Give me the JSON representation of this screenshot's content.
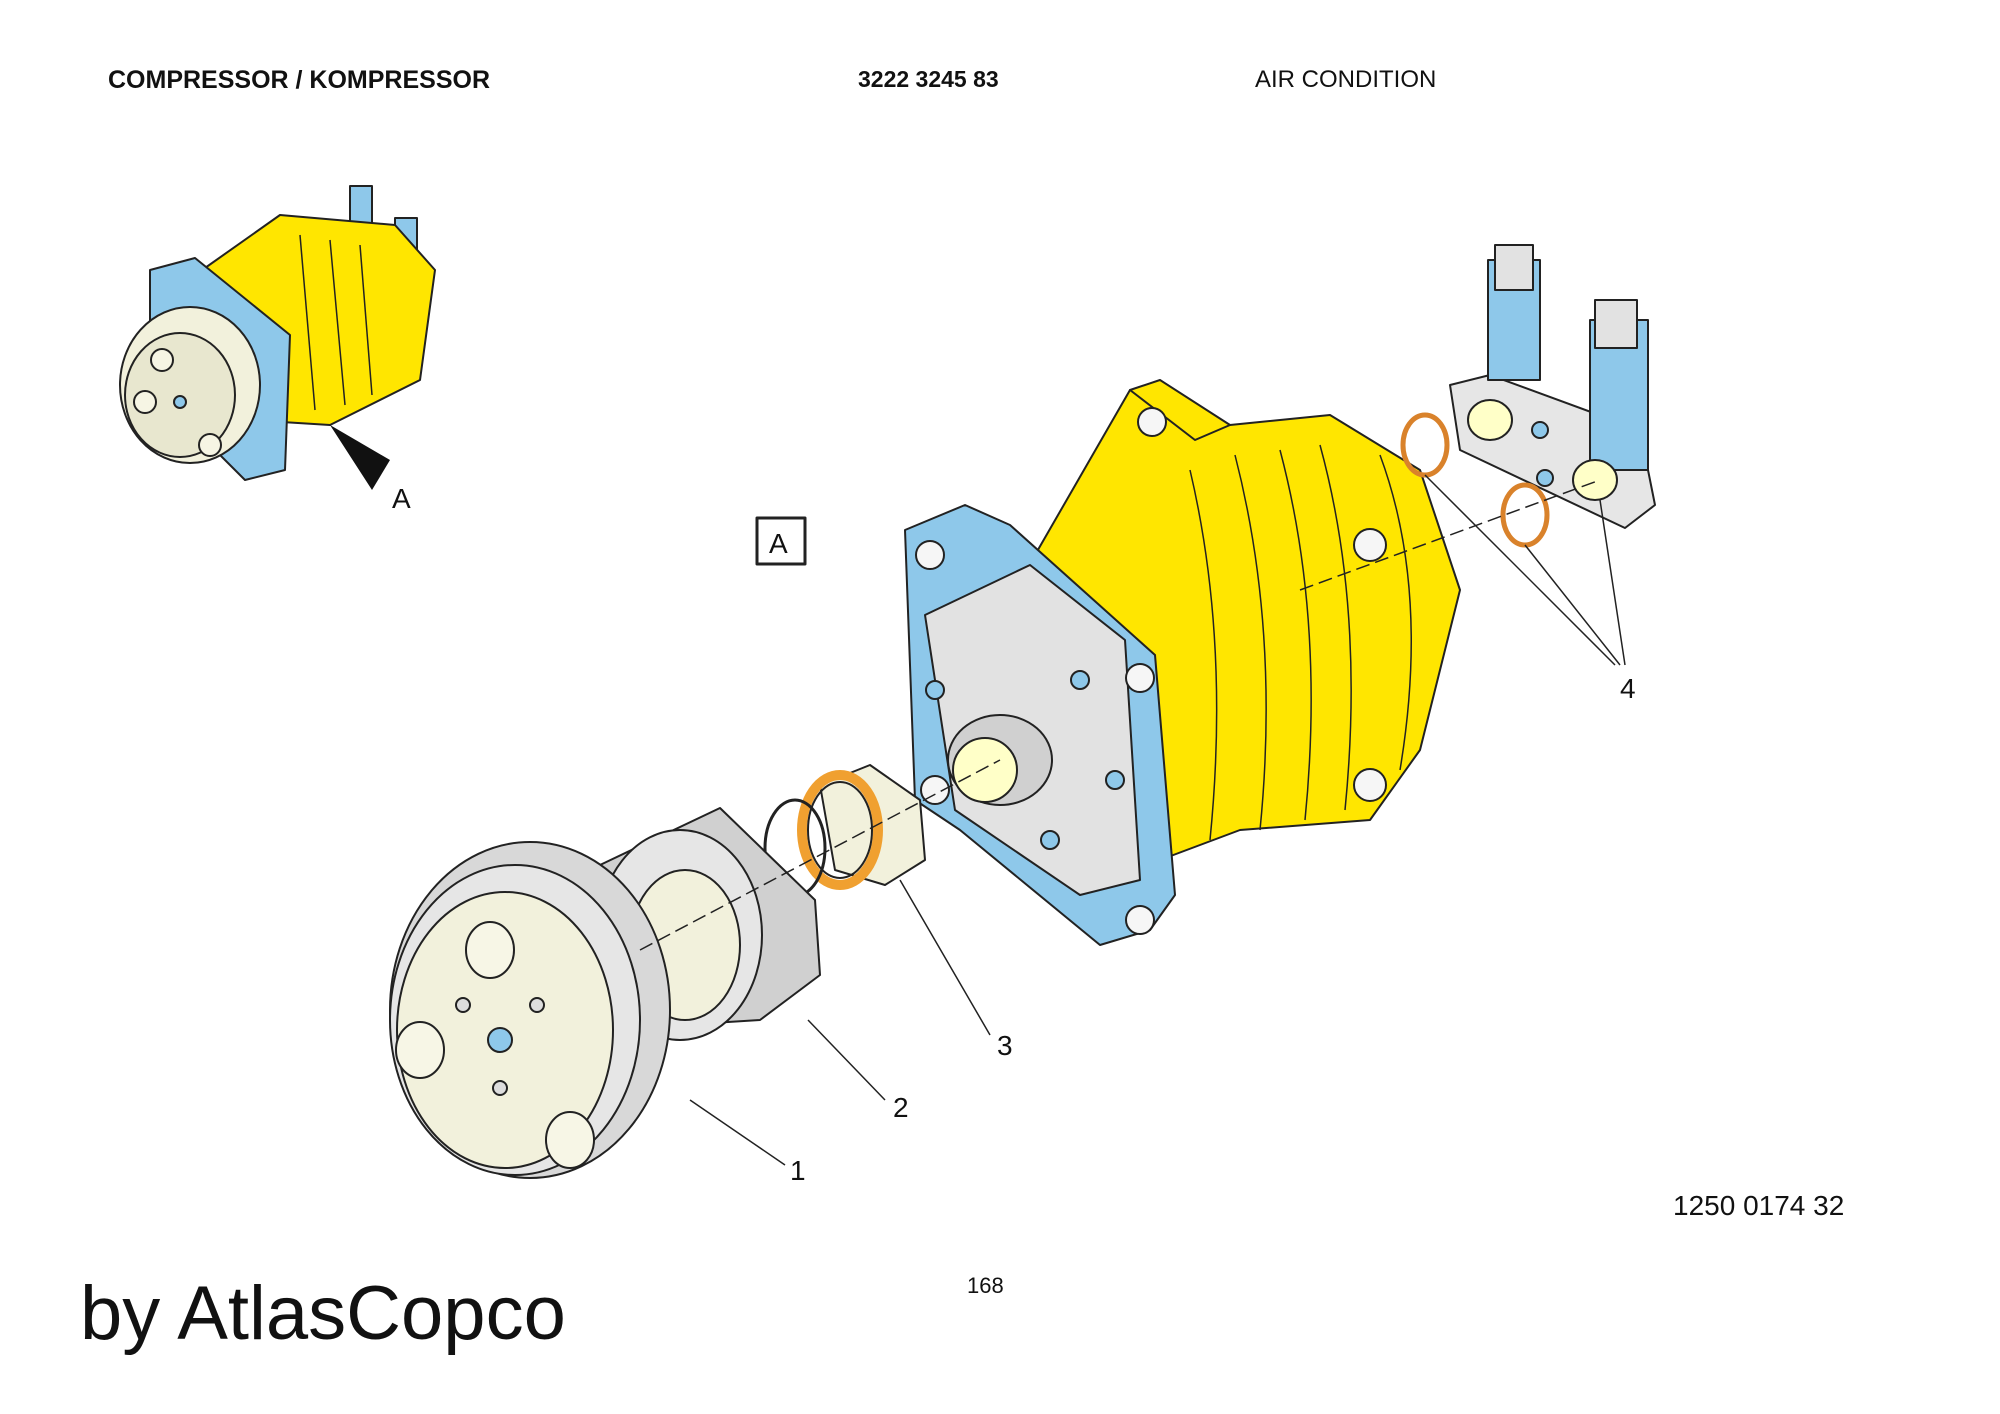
{
  "header": {
    "title": "COMPRESSOR / KOMPRESSOR",
    "part_number": "3222 3245 83",
    "section": "AIR CONDITION"
  },
  "view_label": "A",
  "overview_arrow_label": "A",
  "callouts": [
    "1",
    "2",
    "3",
    "4"
  ],
  "drawing_number": "1250 0174 32",
  "page_number": "168",
  "watermark": "by AtlasCopco",
  "colors": {
    "housing": "#ffe600",
    "flange": "#8ec8ea",
    "face_plate": "#e2e2e2",
    "seal_ring": "#f0a030",
    "pulley": "#f2f1dc",
    "outline": "#222222"
  }
}
